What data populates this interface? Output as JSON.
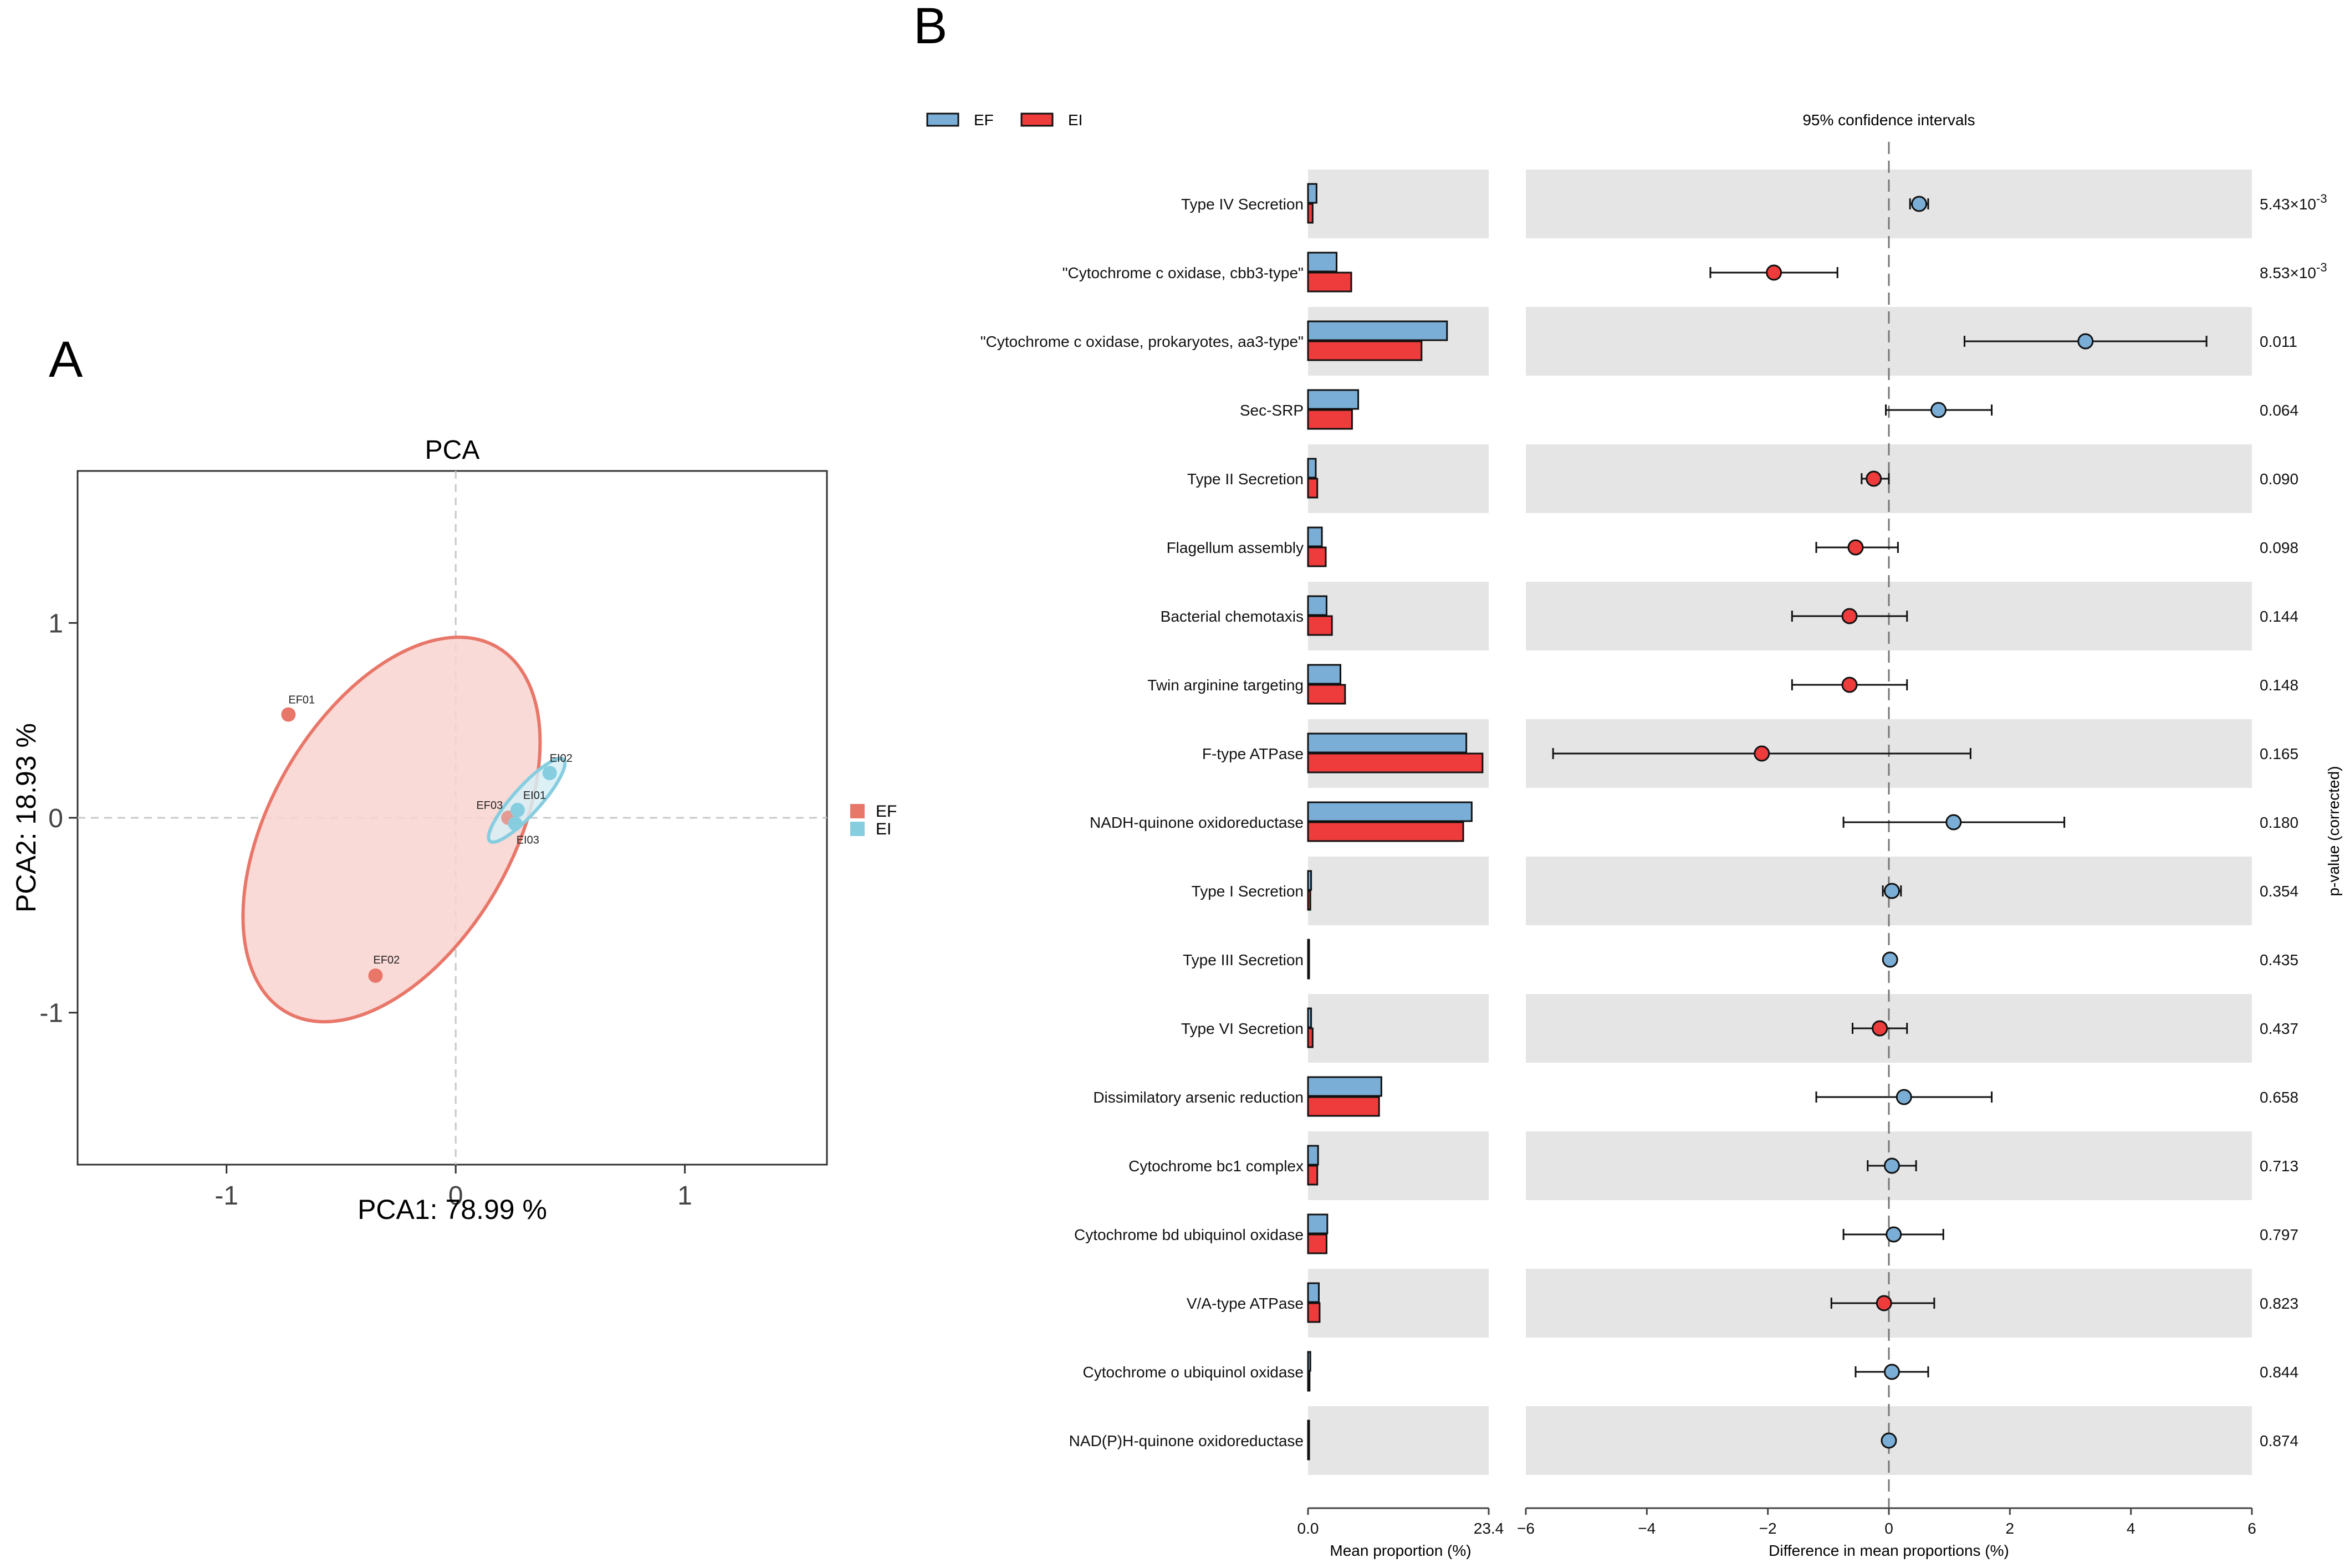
{
  "panels": {
    "a": "A",
    "b": "B"
  },
  "chart_data": [
    {
      "type": "scatter",
      "title": "PCA",
      "xlabel": "PCA1: 78.99 %",
      "ylabel": "PCA2: 18.93 %",
      "xlim": [
        -1.65,
        1.62
      ],
      "ylim": [
        -1.78,
        1.78
      ],
      "x_ticks": [
        -1,
        0,
        1
      ],
      "x_tick_labels": [
        "-1",
        "0",
        "1"
      ],
      "y_ticks": [
        -1,
        0,
        1
      ],
      "y_tick_labels": [
        "-1",
        "0",
        "1"
      ],
      "legend": [
        {
          "label": "EF",
          "color": "#e8776a"
        },
        {
          "label": "EI",
          "color": "#86cde0"
        }
      ],
      "points": [
        {
          "label": "EF01",
          "group": "EF",
          "x": -0.73,
          "y": 0.53
        },
        {
          "label": "EF02",
          "group": "EF",
          "x": -0.35,
          "y": -0.81
        },
        {
          "label": "EF03",
          "group": "EF",
          "x": 0.23,
          "y": 0.0
        },
        {
          "label": "EI01",
          "group": "EI",
          "x": 0.27,
          "y": 0.04
        },
        {
          "label": "EI02",
          "group": "EI",
          "x": 0.41,
          "y": 0.23
        },
        {
          "label": "EI03",
          "group": "EI",
          "x": 0.26,
          "y": -0.03
        }
      ],
      "ellipses": [
        {
          "group": "EF",
          "cx": -0.28,
          "cy": -0.06,
          "rx": 0.92,
          "ry": 0.62,
          "rotate_deg": -60,
          "fill": "#f9d4cf",
          "stroke": "#e8776a"
        },
        {
          "group": "EI",
          "cx": 0.31,
          "cy": 0.09,
          "rx": 0.24,
          "ry": 0.07,
          "rotate_deg": -48,
          "fill": "#d6eef4",
          "stroke": "#86cde0"
        }
      ],
      "guide_lines": {
        "x0": 0,
        "y0": 0
      }
    },
    {
      "type": "bar",
      "legend": [
        {
          "label": "EF",
          "color": "#7aaed6"
        },
        {
          "label": "EI",
          "color": "#ee3b3b"
        }
      ],
      "categories": [
        "Type IV Secretion",
        "\"Cytochrome c oxidase, cbb3-type\"",
        "\"Cytochrome c oxidase, prokaryotes, aa3-type\"",
        "Sec-SRP",
        "Type II Secretion",
        "Flagellum assembly",
        "Bacterial chemotaxis",
        "Twin arginine targeting",
        "F-type ATPase",
        "NADH-quinone oxidoreductase",
        "Type I Secretion",
        "Type III Secretion",
        "Type VI Secretion",
        "Dissimilatory arsenic reduction",
        "Cytochrome bc1 complex",
        "Cytochrome bd ubiquinol oxidase",
        "V/A-type ATPase",
        "Cytochrome o ubiquinol oxidase",
        "NAD(P)H-quinone oxidoreductase"
      ],
      "series": [
        {
          "name": "EF",
          "values": [
            1.1,
            3.7,
            18.0,
            6.5,
            1.0,
            1.8,
            2.4,
            4.2,
            20.5,
            21.2,
            0.4,
            0.1,
            0.4,
            9.5,
            1.3,
            2.5,
            1.4,
            0.3,
            0.1
          ]
        },
        {
          "name": "EI",
          "values": [
            0.6,
            5.6,
            14.7,
            5.7,
            1.2,
            2.3,
            3.1,
            4.8,
            22.6,
            20.1,
            0.3,
            0.1,
            0.6,
            9.2,
            1.2,
            2.4,
            1.5,
            0.2,
            0.1
          ]
        }
      ],
      "xlabel": "Mean proportion (%)",
      "xlim": [
        0,
        23.4
      ],
      "x_tick_labels": [
        "0.0",
        "23.4"
      ]
    },
    {
      "type": "scatter",
      "title": "95% confidence intervals",
      "xlabel": "Difference in mean proportions (%)",
      "xlim": [
        -6,
        6
      ],
      "x_ticks": [
        -6,
        -4,
        -2,
        0,
        2,
        4,
        6
      ],
      "x_tick_labels": [
        "−6",
        "−4",
        "−2",
        "0",
        "2",
        "4",
        "6"
      ],
      "y2label": "p-value (corrected)",
      "points": [
        {
          "category": "Type IV Secretion",
          "diff": 0.5,
          "lo": 0.35,
          "hi": 0.65,
          "higher_group": "EF",
          "p_value": "5.43×10",
          "p_exp": "-3"
        },
        {
          "category": "\"Cytochrome c oxidase, cbb3-type\"",
          "diff": -1.9,
          "lo": -2.95,
          "hi": -0.85,
          "higher_group": "EI",
          "p_value": "8.53×10",
          "p_exp": "-3"
        },
        {
          "category": "\"Cytochrome c oxidase, prokaryotes, aa3-type\"",
          "diff": 3.25,
          "lo": 1.25,
          "hi": 5.25,
          "higher_group": "EF",
          "p_value": "0.011"
        },
        {
          "category": "Sec-SRP",
          "diff": 0.82,
          "lo": -0.05,
          "hi": 1.7,
          "higher_group": "EF",
          "p_value": "0.064"
        },
        {
          "category": "Type II Secretion",
          "diff": -0.25,
          "lo": -0.45,
          "hi": 0.0,
          "higher_group": "EI",
          "p_value": "0.090"
        },
        {
          "category": "Flagellum assembly",
          "diff": -0.55,
          "lo": -1.2,
          "hi": 0.15,
          "higher_group": "EI",
          "p_value": "0.098"
        },
        {
          "category": "Bacterial chemotaxis",
          "diff": -0.65,
          "lo": -1.6,
          "hi": 0.3,
          "higher_group": "EI",
          "p_value": "0.144"
        },
        {
          "category": "Twin arginine targeting",
          "diff": -0.65,
          "lo": -1.6,
          "hi": 0.3,
          "higher_group": "EI",
          "p_value": "0.148"
        },
        {
          "category": "F-type ATPase",
          "diff": -2.1,
          "lo": -5.55,
          "hi": 1.35,
          "higher_group": "EI",
          "p_value": "0.165"
        },
        {
          "category": "NADH-quinone oxidoreductase",
          "diff": 1.07,
          "lo": -0.75,
          "hi": 2.9,
          "higher_group": "EF",
          "p_value": "0.180"
        },
        {
          "category": "Type I Secretion",
          "diff": 0.05,
          "lo": -0.1,
          "hi": 0.2,
          "higher_group": "EF",
          "p_value": "0.354"
        },
        {
          "category": "Type III Secretion",
          "diff": 0.02,
          "lo": 0.02,
          "hi": 0.02,
          "higher_group": "EF",
          "p_value": "0.435"
        },
        {
          "category": "Type VI Secretion",
          "diff": -0.15,
          "lo": -0.6,
          "hi": 0.3,
          "higher_group": "EI",
          "p_value": "0.437"
        },
        {
          "category": "Dissimilatory arsenic reduction",
          "diff": 0.25,
          "lo": -1.2,
          "hi": 1.7,
          "higher_group": "EF",
          "p_value": "0.658"
        },
        {
          "category": "Cytochrome bc1 complex",
          "diff": 0.05,
          "lo": -0.35,
          "hi": 0.45,
          "higher_group": "EF",
          "p_value": "0.713"
        },
        {
          "category": "Cytochrome bd ubiquinol oxidase",
          "diff": 0.08,
          "lo": -0.75,
          "hi": 0.9,
          "higher_group": "EF",
          "p_value": "0.797"
        },
        {
          "category": "V/A-type ATPase",
          "diff": -0.08,
          "lo": -0.95,
          "hi": 0.75,
          "higher_group": "EI",
          "p_value": "0.823"
        },
        {
          "category": "Cytochrome o ubiquinol oxidase",
          "diff": 0.05,
          "lo": -0.55,
          "hi": 0.65,
          "higher_group": "EF",
          "p_value": "0.844"
        },
        {
          "category": "NAD(P)H-quinone oxidoreductase",
          "diff": 0.0,
          "lo": 0.0,
          "hi": 0.0,
          "higher_group": "EF",
          "p_value": "0.874"
        }
      ]
    }
  ]
}
